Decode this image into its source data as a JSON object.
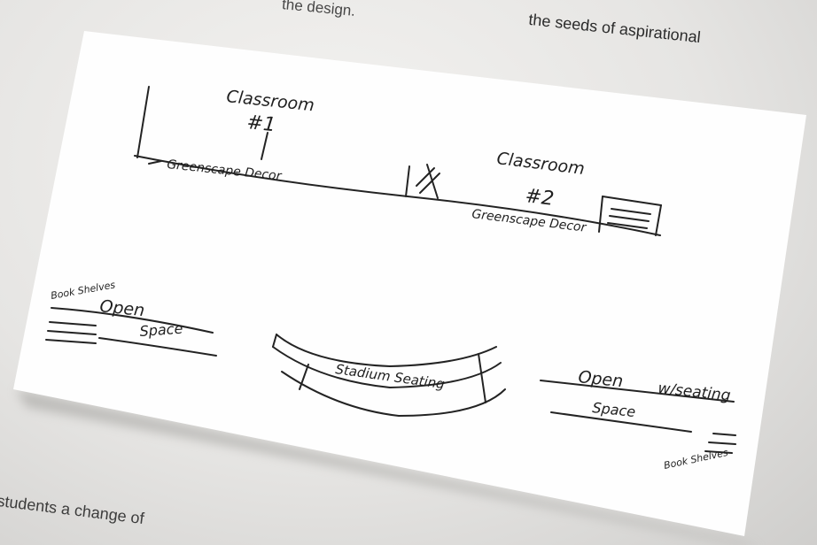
{
  "printed_text": {
    "top_line_left": "the design.",
    "top_line_right": "the seeds of aspirational",
    "bottom_line": "students a change of"
  },
  "sketch": {
    "classroom_1_title": "Classroom",
    "classroom_1_number": "#1",
    "classroom_1_wall_label": "Greenscape Decor",
    "classroom_2_title": "Classroom",
    "classroom_2_number": "#2",
    "classroom_2_wall_label": "Greenscape Decor",
    "bookshelves_left": "Book Shelves",
    "open_space_left_1": "Open",
    "open_space_left_2": "Space",
    "stadium_seating": "Stadium Seating",
    "open_space_right_1": "Open",
    "open_space_right_2": "w/seating",
    "open_space_right_3": "Space",
    "bookshelves_right": "Book Shelves"
  }
}
